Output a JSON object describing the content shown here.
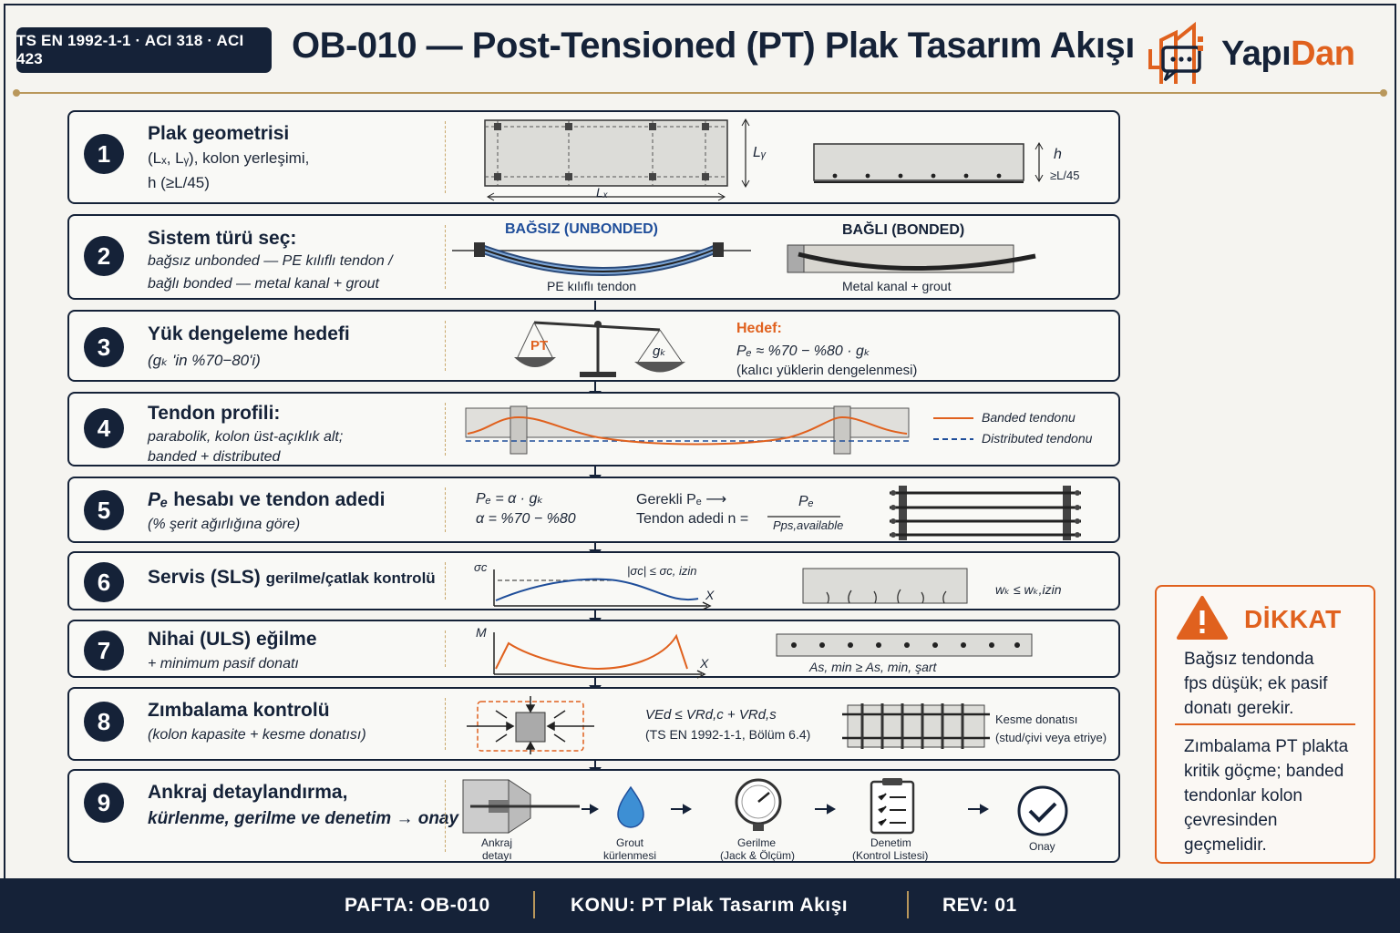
{
  "header": {
    "badge": "TS EN 1992-1-1 · ACI 318 · ACI 423",
    "title": "OB-010 — Post-Tensioned (PT) Plak Tasarım Akışı",
    "logo_part1": "Yapı",
    "logo_part2": "Dan"
  },
  "colors": {
    "navy": "#152238",
    "orange": "#e0611e",
    "gold": "#b9975b",
    "blue": "#1f4e9a"
  },
  "steps": [
    {
      "num": "1",
      "title": "Plak geometrisi",
      "desc": [
        "(Lₓ, Lᵧ), kolon yerleşimi,",
        "h (≥L/45)"
      ],
      "viz": {
        "lx": "Lₓ",
        "ly": "Lᵧ",
        "h": "h",
        "hmin": "≥L/45"
      }
    },
    {
      "num": "2",
      "title": "Sistem türü seç:",
      "desc": [
        "bağsız unbonded — PE kılıflı tendon /",
        "bağlı bonded — metal kanal + grout"
      ],
      "viz": {
        "unbonded_title": "BAĞSIZ (UNBONDED)",
        "unbonded_caption": "PE kılıflı tendon",
        "bonded_title": "BAĞLI (BONDED)",
        "bonded_caption": "Metal kanal + grout"
      }
    },
    {
      "num": "3",
      "title": "Yük dengeleme hedefi",
      "desc": [
        "(gₖ 'in %70−80'i)"
      ],
      "viz": {
        "pan_left": "PT",
        "pan_right": "gₖ",
        "target_label": "Hedef:",
        "formula": "Pₑ ≈ %70 − %80 · gₖ",
        "note": "(kalıcı yüklerin dengelenmesi)"
      }
    },
    {
      "num": "4",
      "title": "Tendon profili:",
      "desc": [
        "parabolik, kolon üst-açıklık alt;",
        "banded + distributed"
      ],
      "viz": {
        "legend_banded": "Banded tendonu",
        "legend_distributed": "Distributed tendonu"
      }
    },
    {
      "num": "5",
      "title_sym": "Pₑ",
      "title": "hesabı ve tendon adedi",
      "desc": [
        "(% şerit ağırlığına göre)"
      ],
      "viz": {
        "f1": "Pₑ = α · gₖ",
        "f2": "α = %70 − %80",
        "req": "Gerekli Pₑ ⟶",
        "count": "Tendon adedi  n  =",
        "num": "Pₑ",
        "den": "Pps,available"
      }
    },
    {
      "num": "6",
      "title": "Servis (SLS)",
      "title_small": "gerilme/çatlak kontrolü",
      "desc": [],
      "viz": {
        "sigma": "σc",
        "check": "|σc| ≤ σc, izin",
        "x": "X",
        "crack": "wₖ ≤ wₖ,izin"
      }
    },
    {
      "num": "7",
      "title": "Nihai (ULS) eğilme",
      "desc": [
        "+ minimum pasif donatı"
      ],
      "viz": {
        "m": "M",
        "x": "X",
        "as": "As, min ≥ As, min, şart"
      }
    },
    {
      "num": "8",
      "title": "Zımbalama kontrolü",
      "desc": [
        "(kolon kapasite + kesme donatısı)"
      ],
      "viz": {
        "f1": "VEd ≤ VRd,c + VRd,s",
        "f2": "(TS EN 1992-1-1, Bölüm 6.4)",
        "shear1": "Kesme donatısı",
        "shear2": "(stud/çivi veya etriye)"
      }
    },
    {
      "num": "9",
      "title": "Ankraj detaylandırma,",
      "title2": "kürlenme, gerilme ve denetim → onay",
      "desc": [],
      "viz": {
        "items": [
          {
            "name": "anchor",
            "l1": "Ankraj",
            "l2": "detayı"
          },
          {
            "name": "grout",
            "l1": "Grout",
            "l2": "kürlenmesi"
          },
          {
            "name": "stress",
            "l1": "Gerilme",
            "l2": "(Jack & Ölçüm)"
          },
          {
            "name": "inspect",
            "l1": "Denetim",
            "l2": "(Kontrol Listesi)"
          },
          {
            "name": "approve",
            "l1": "Onay",
            "l2": ""
          }
        ]
      }
    }
  ],
  "warning": {
    "title": "DİKKAT",
    "p1": [
      "Bağsız tendonda",
      "fps düşük; ek pasif",
      "donatı gerekir."
    ],
    "p2": [
      "Zımbalama PT plakta",
      "kritik göçme; banded",
      "tendonlar kolon",
      "çevresinden",
      "geçmelidir."
    ]
  },
  "footer": {
    "sheet": "PAFTA:  OB-010",
    "subject": "KONU:  PT  Plak Tasarım Akışı",
    "rev": "REV: 01"
  }
}
